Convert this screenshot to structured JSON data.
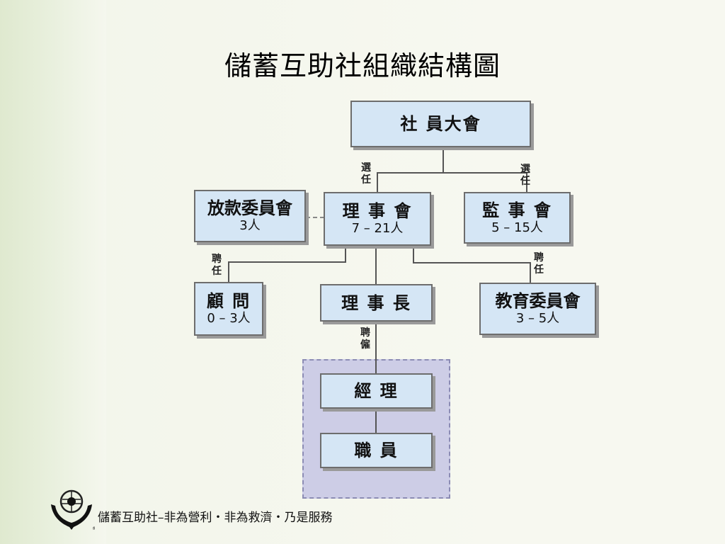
{
  "title": "儲蓄互助社組織結構圖",
  "boxes": {
    "general_assembly": {
      "name": "社 員大會"
    },
    "loan_committee": {
      "name": "放款委員會",
      "count": "3人"
    },
    "board": {
      "name": "理 事 會",
      "count": "7 – 21人"
    },
    "supervisory": {
      "name": "監 事 會",
      "count": "5 – 15人"
    },
    "advisors": {
      "name": "顧 問",
      "count": "0 – 3人"
    },
    "chairman": {
      "name": "理 事 長"
    },
    "education": {
      "name": "教育委員會",
      "count": "3 – 5人"
    },
    "manager": {
      "name": "經 理"
    },
    "staff": {
      "name": "職 員"
    }
  },
  "labels": {
    "elect_left": [
      "選",
      "任"
    ],
    "elect_right": [
      "選",
      "任"
    ],
    "hire_left": [
      "聘",
      "任"
    ],
    "hire_right": [
      "聘",
      "任"
    ],
    "hire_employ": [
      "聘",
      "僱"
    ]
  },
  "footer": "儲蓄互助社–非為營利・非為救濟‧乃是服務",
  "colors": {
    "box_fill": "#d5e6f5",
    "group_fill": "#cdcde6",
    "side_strip": "#dfe9cf"
  }
}
